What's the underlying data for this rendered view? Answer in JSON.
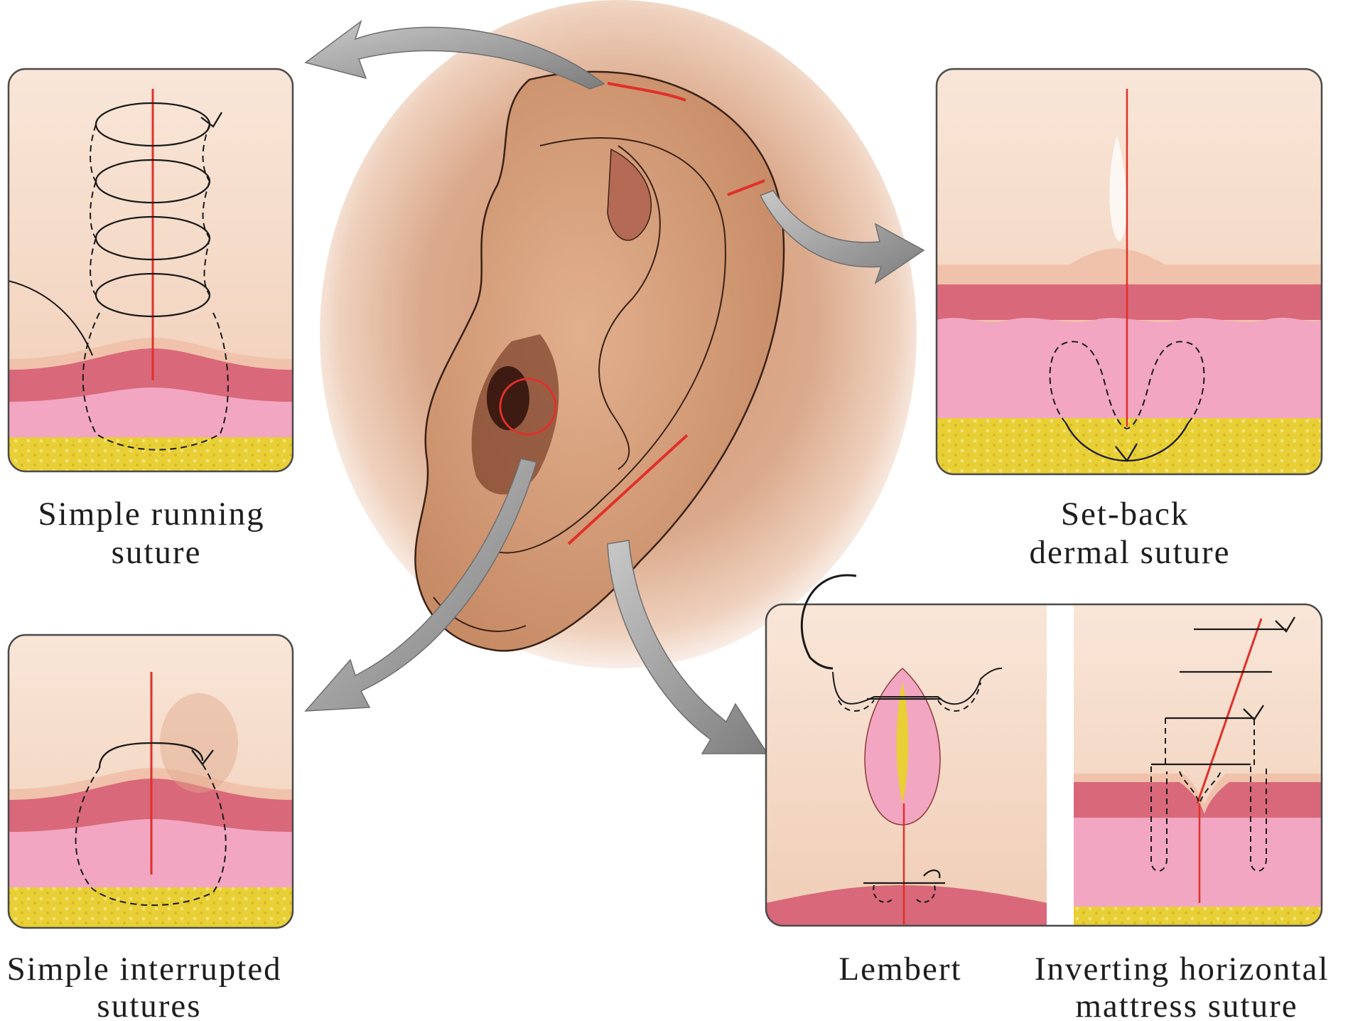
{
  "labels": {
    "simple_running": [
      "Simple running",
      "suture"
    ],
    "setback_dermal": [
      "Set-back",
      "dermal suture"
    ],
    "simple_interrupted": [
      "Simple interrupted",
      "sutures"
    ],
    "lembert": [
      "Lembert"
    ],
    "inverting_horizontal": [
      "Inverting horizontal",
      "mattress suture"
    ]
  },
  "colors": {
    "skin_light": "#f7dfcf",
    "skin_mid": "#efcdb8",
    "epidermis": "#f1c2ab",
    "dermis_upper": "#d9687a",
    "dermis_lower": "#f2a6c2",
    "fat": "#e9d23a",
    "incision": "#e0302a",
    "thread": "#1a1a1a",
    "arrow": "#9a9a9a",
    "panel_border": "#4a4a4a"
  },
  "icons": {
    "arrow": "curved-arrow-icon",
    "knot": "suture-knot-icon",
    "needle": "curved-needle-icon"
  }
}
